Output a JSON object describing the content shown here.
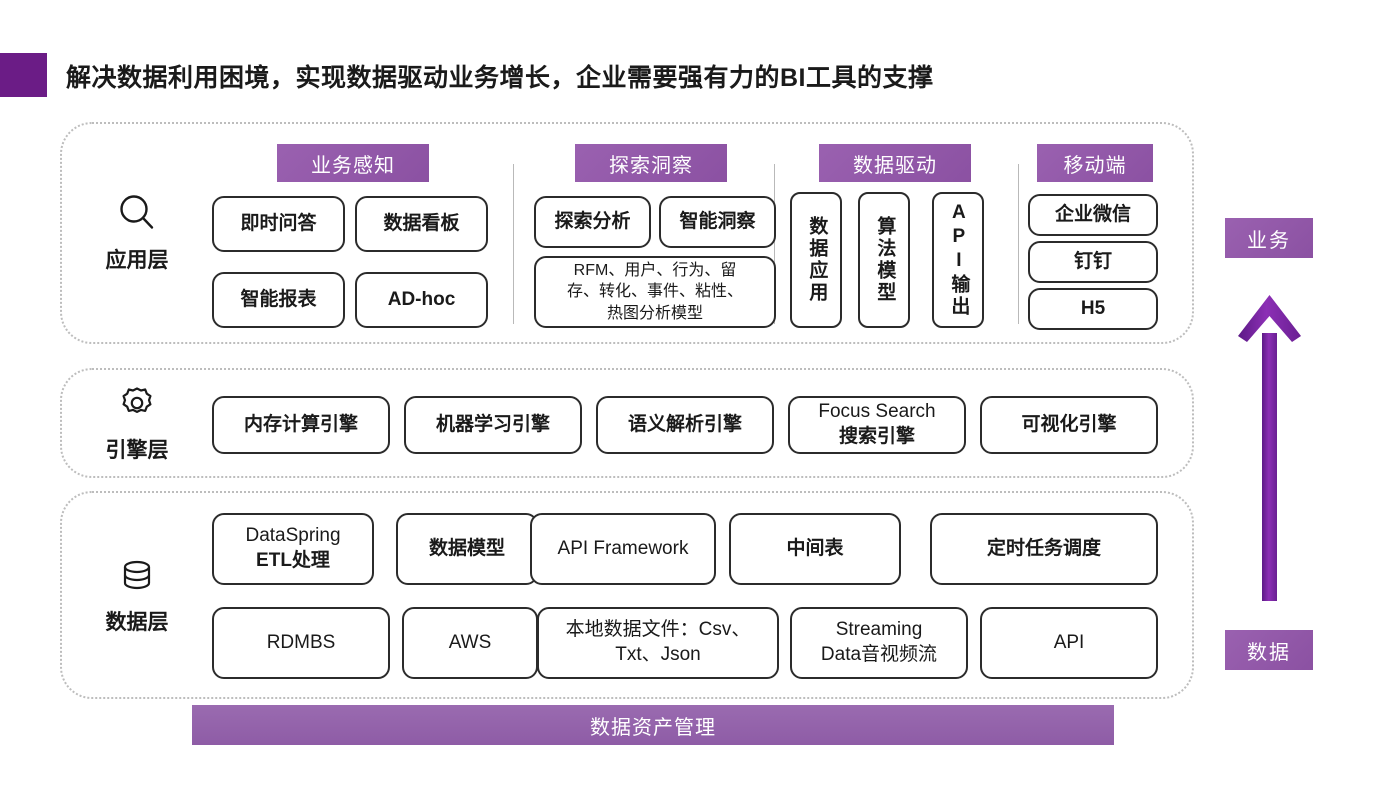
{
  "title": {
    "text": "解决数据利用困境，实现数据驱动业务增长，企业需要强有力的BI工具的支撑",
    "accent_color": "#6b1c86"
  },
  "colors": {
    "purple_chip": "#9159a8",
    "purple_title_bar": "#6b1c86",
    "arrow": "#7b2f9e",
    "box_border": "#2b2b2b",
    "container_border": "#bdbdbd"
  },
  "layers": {
    "application": {
      "label": "应用层",
      "icon": "search-icon",
      "groups": [
        {
          "header": "业务感知",
          "boxes": [
            "即时问答",
            "数据看板",
            "智能报表",
            "AD-hoc"
          ]
        },
        {
          "header": "探索洞察",
          "boxes": [
            "探索分析",
            "智能洞察",
            "RFM、用户、行为、留存、转化、事件、粘性、热图分析模型"
          ],
          "wide_box_lines": [
            "RFM、用户、行为、留",
            "存、转化、事件、粘性、",
            "热图分析模型"
          ]
        },
        {
          "header": "数据驱动",
          "boxes": [
            "数据应用",
            "算法模型",
            "API输出"
          ],
          "vertical": true
        },
        {
          "header": "移动端",
          "boxes": [
            "企业微信",
            "钉钉",
            "H5"
          ]
        }
      ]
    },
    "engine": {
      "label": "引擎层",
      "icon": "gear-icon",
      "boxes": [
        {
          "text": "内存计算引擎"
        },
        {
          "text": "机器学习引擎"
        },
        {
          "text": "语义解析引擎"
        },
        {
          "line1": "Focus Search",
          "line2": "搜索引擎"
        },
        {
          "text": "可视化引擎"
        }
      ]
    },
    "data": {
      "label": "数据层",
      "icon": "database-icon",
      "row1": [
        {
          "line1": "DataSpring",
          "line2": "ETL处理"
        },
        {
          "text": "数据模型"
        },
        {
          "text": "API Framework"
        },
        {
          "text": "中间表"
        },
        {
          "text": "定时任务调度"
        }
      ],
      "row2": [
        {
          "text": "RDMBS"
        },
        {
          "text": "AWS"
        },
        {
          "line1": "本地数据文件：Csv、",
          "line2": "Txt、Json"
        },
        {
          "line1": "Streaming",
          "line2": "Data音视频流"
        },
        {
          "text": "API"
        }
      ]
    }
  },
  "asset_bar": {
    "label": "数据资产管理"
  },
  "side": {
    "top_badge": "业务",
    "bottom_badge": "数据",
    "arrow_direction": "up"
  }
}
